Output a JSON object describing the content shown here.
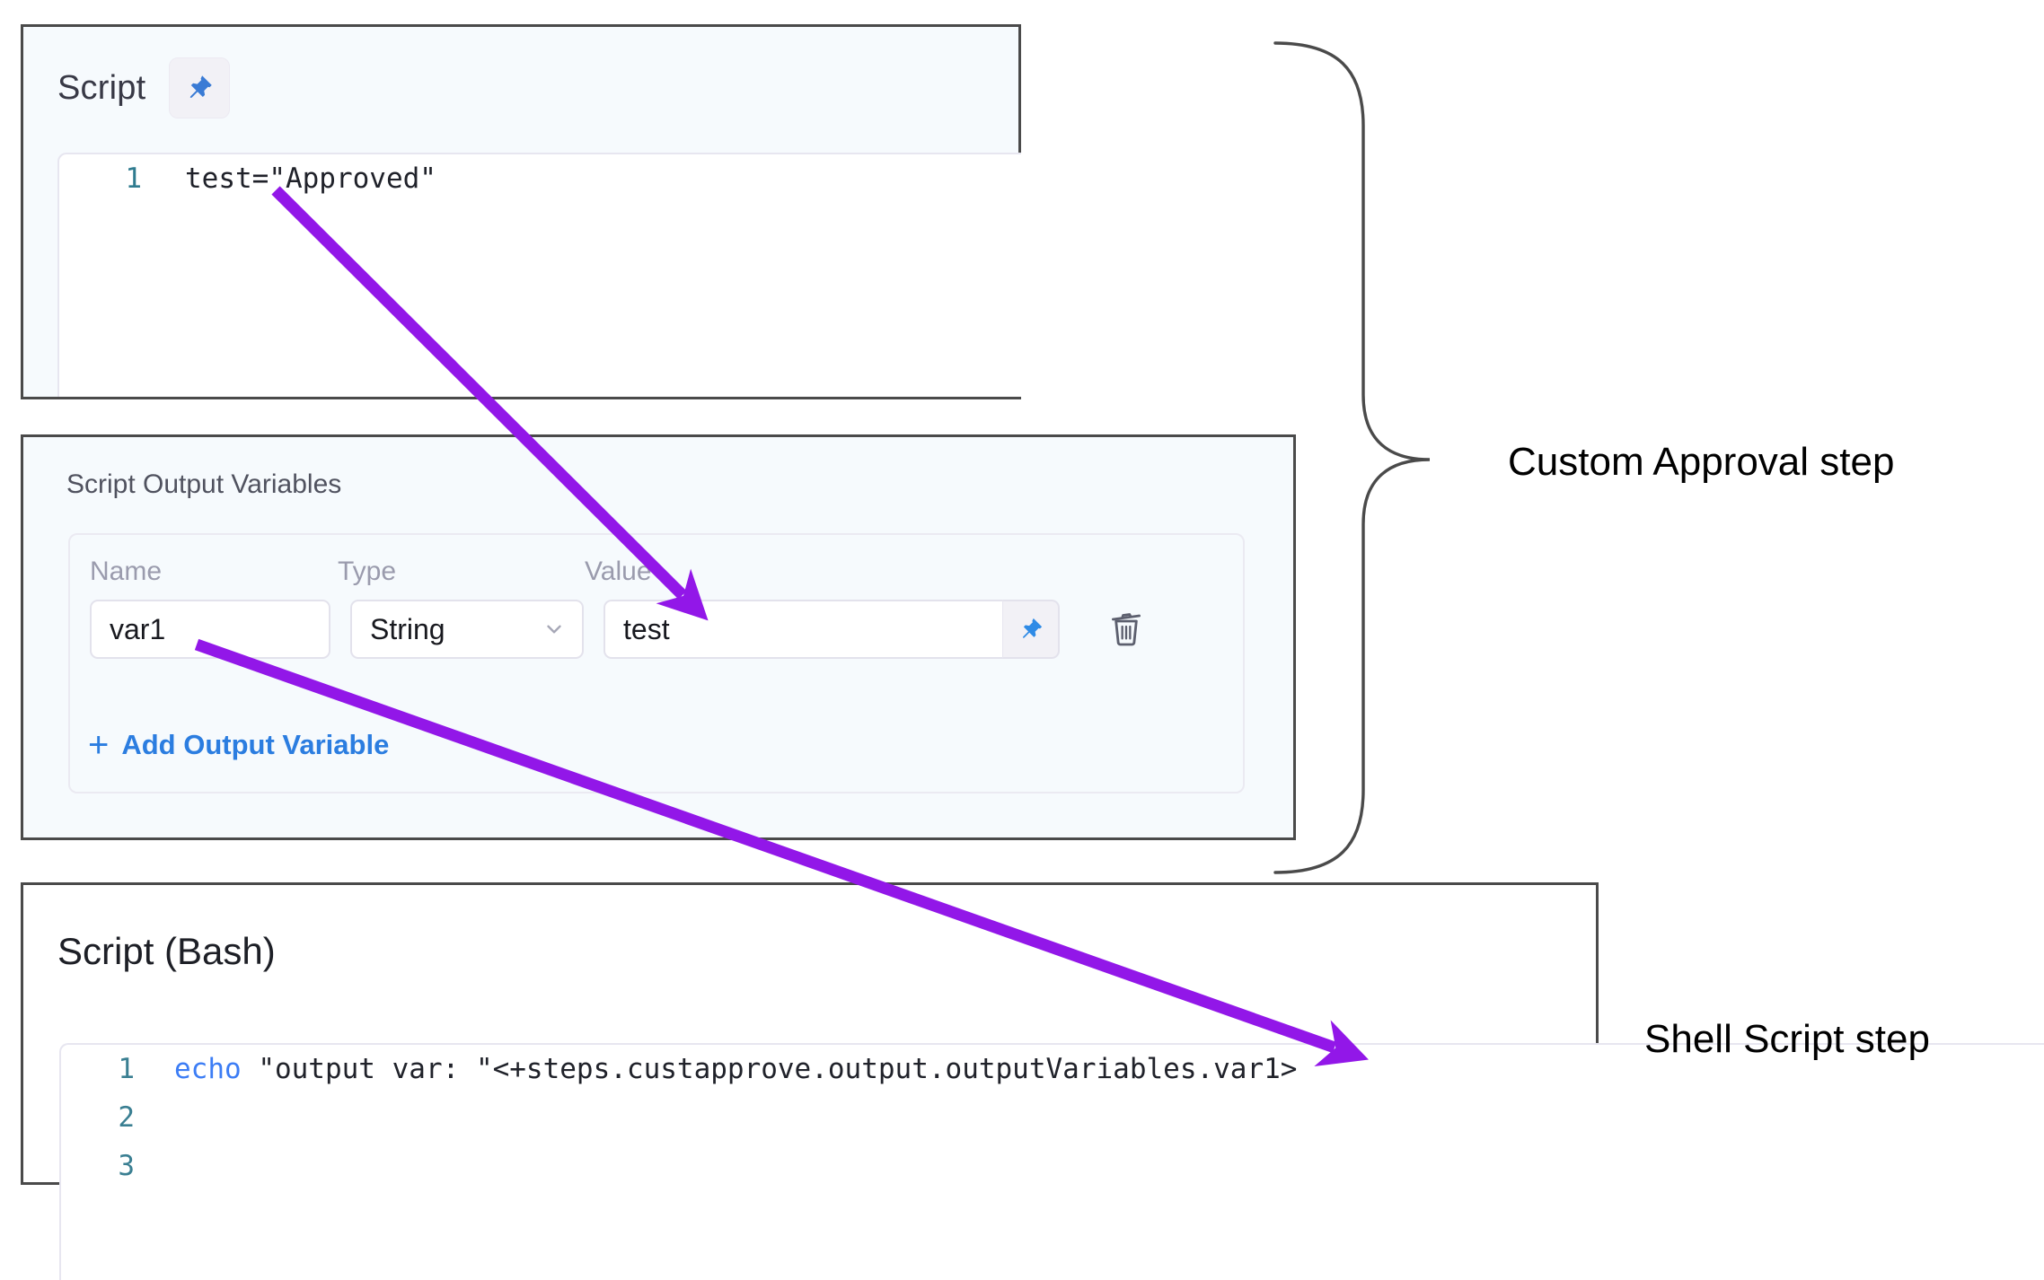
{
  "script_panel": {
    "title": "Script",
    "pin_icon": "pushpin-icon",
    "code": {
      "lines": [
        {
          "number": "1",
          "text": "test=\"Approved\""
        }
      ]
    }
  },
  "script_output_variables": {
    "title": "Script Output Variables",
    "columns": {
      "name": "Name",
      "type": "Type",
      "value": "Value"
    },
    "rows": [
      {
        "name": "var1",
        "type": "String",
        "type_options": [
          "String"
        ],
        "value": "test",
        "pin_icon": "pushpin-icon",
        "delete_icon": "trash-icon",
        "chevron_icon": "chevron-down-icon"
      }
    ],
    "add_label": "Add Output Variable",
    "add_icon": "plus-icon"
  },
  "bash_panel": {
    "title": "Script (Bash)",
    "code": {
      "lines": [
        {
          "number": "1",
          "keyword": "echo",
          "rest": " \"output var: \"<+steps.custapprove.output.outputVariables.var1>"
        },
        {
          "number": "2",
          "keyword": "",
          "rest": ""
        },
        {
          "number": "3",
          "keyword": "",
          "rest": ""
        }
      ]
    }
  },
  "annotations": {
    "brace_label": "Custom Approval step",
    "shell_label": "Shell Script step",
    "arrow_color": "#9217e8",
    "brace_color": "#4a4a4a"
  }
}
